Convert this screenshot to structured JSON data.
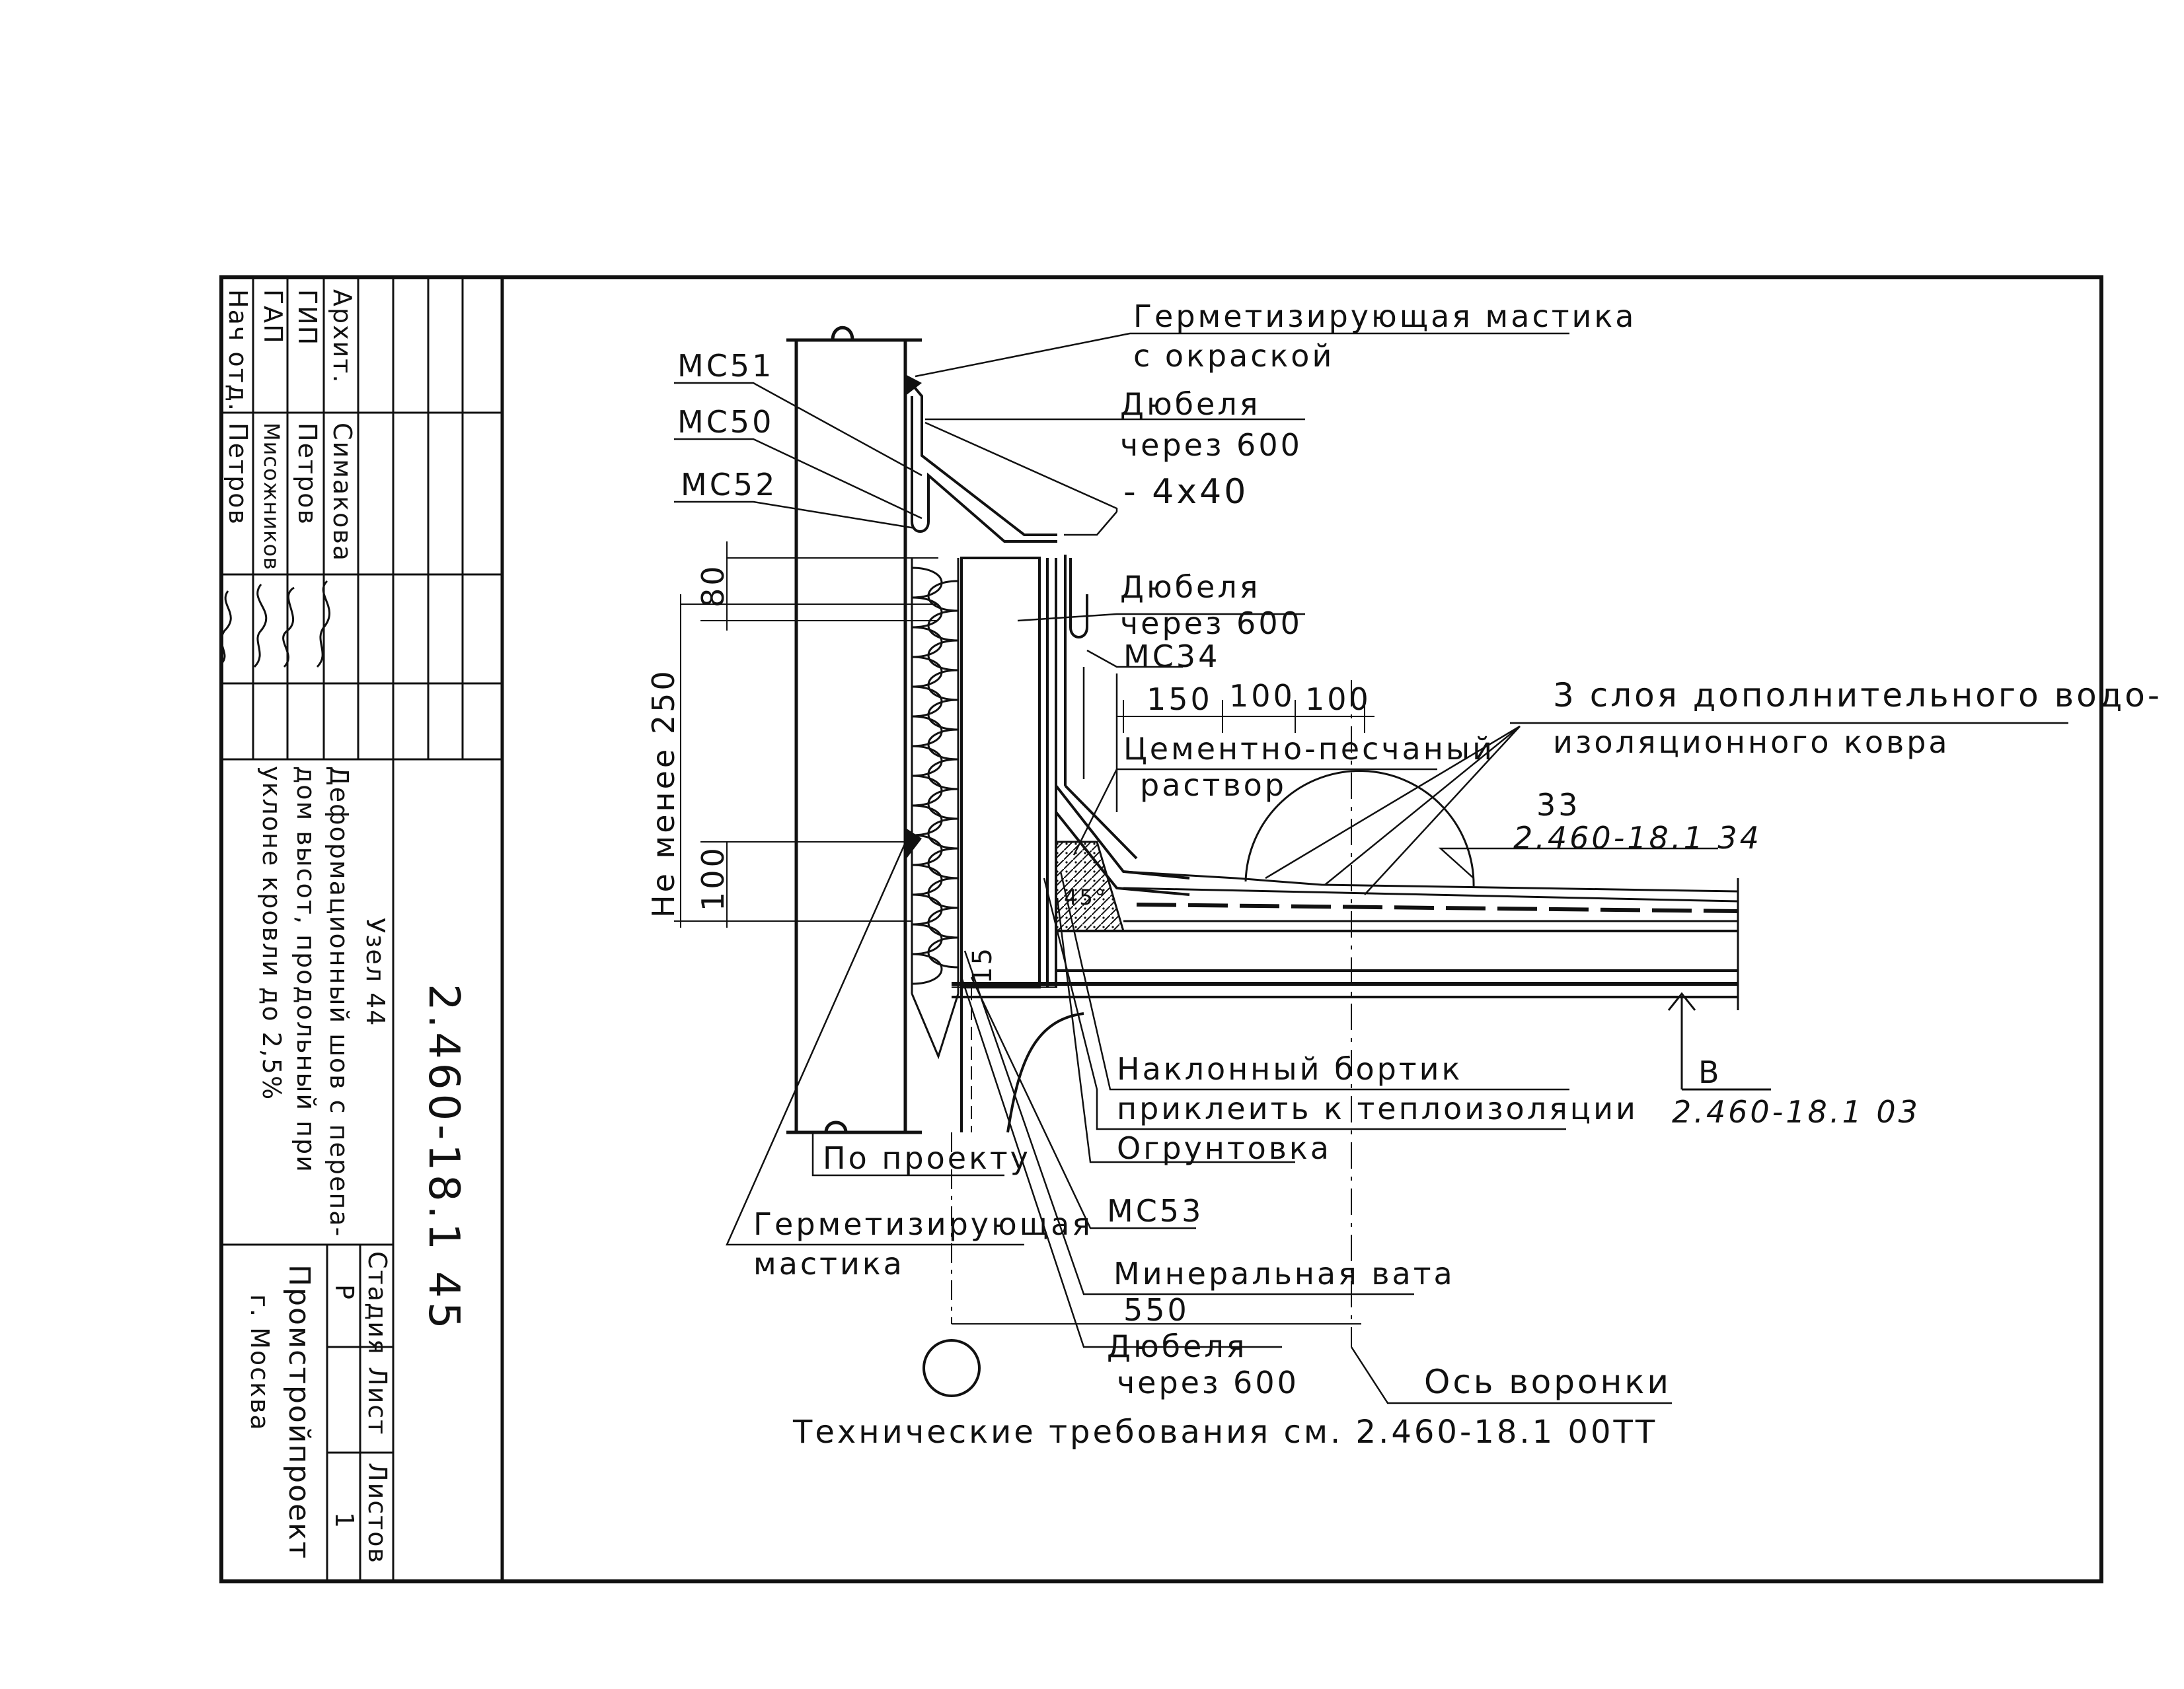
{
  "labels": {
    "sealant_top_line1": "Герметизирующая мастика",
    "sealant_top_line2": "с окраской",
    "mc51": "МС51",
    "mc50": "МС50",
    "mc52": "МС52",
    "dowels_top_line1": "Дюбеля",
    "dowels_top_line2": "через 600",
    "strip": "- 4х40",
    "dowels_mid_line1": "Дюбеля",
    "dowels_mid_line2": "через 600",
    "mc34": "МС34",
    "dim_150": "150",
    "dim_100a": "100",
    "dim_100b": "100",
    "waterproof_line1": "3 слоя дополнительного водо-",
    "waterproof_line2": "изоляционного ковра",
    "mortar_line1": "Цементно-песчаный",
    "mortar_line2": "раствор",
    "ref33_num": "33",
    "ref33_code": "2.460-18.1 34",
    "dim_80": "80",
    "dim_250": "Не менее 250",
    "dim_100": "100",
    "dim_15": "15",
    "angle_45": "45°",
    "sloped_line1": "Наклонный бортик",
    "sloped_line2": "приклеить к теплоизоляции",
    "primer": "Огрунтовка",
    "mc53": "МС53",
    "mineral_wool": "Минеральная вата",
    "dim_550": "550",
    "dowels_bottom_line1": "Дюбеля",
    "dowels_bottom_line2": "через 600",
    "funnel_axis": "Ось воронки",
    "by_project": "По проекту",
    "sealant_bottom_line1": "Герметизирующая",
    "sealant_bottom_line2": "мастика",
    "section_b": "В",
    "section_b_ref": "2.460-18.1 03",
    "tech_req": "Технические требования  см. 2.460-18.1 00ТТ"
  },
  "stamp": {
    "roles": [
      "Архит.",
      "ГИП",
      "ГАП",
      "Нач отд."
    ],
    "names": [
      "Симакова",
      "Петров",
      "Мисожников",
      "Петров"
    ],
    "title_line1": "Узел 44",
    "title_line2": "Деформационный шов с перепа-",
    "title_line3": "дом высот, продольный при",
    "title_line4": "уклоне кровли до 2,5%",
    "doc_code": "2.460-18.1 45",
    "stage_header": "Стадия",
    "sheet_header": "Лист",
    "sheets_header": "Листов",
    "stage_value": "Р",
    "sheets_value": "1",
    "org_line1": "Промстройпроект",
    "org_line2": "г. Москва"
  }
}
